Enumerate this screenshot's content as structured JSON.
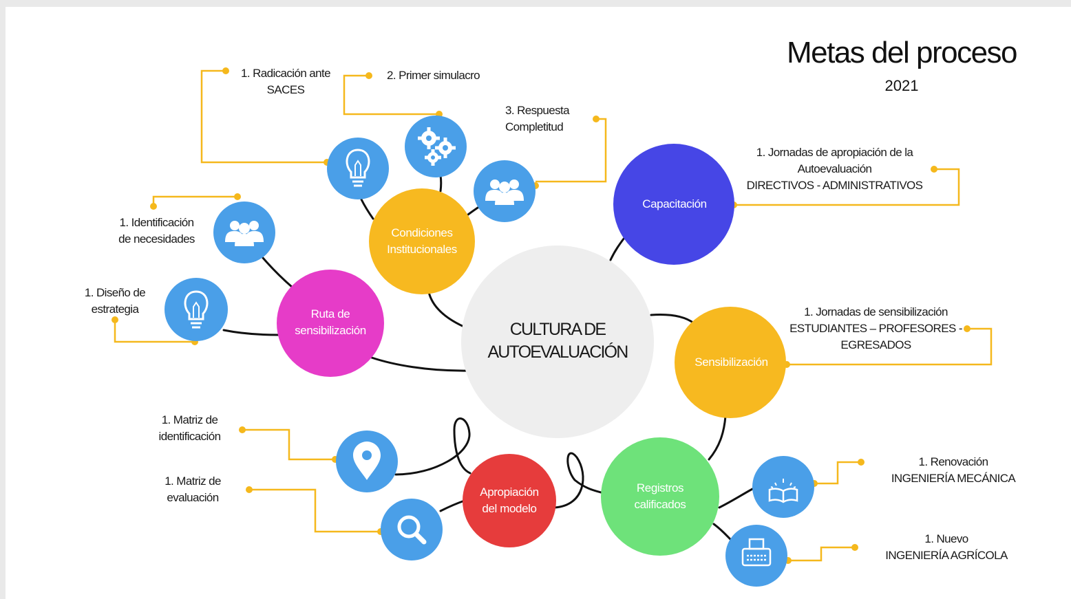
{
  "title": "Metas del proceso",
  "year": "2021",
  "center": "CULTURA DE\nAUTOEVALUACIÓN",
  "nodes": {
    "condiciones": "Condiciones\nInstitucionales",
    "capacitacion": "Capacitación",
    "ruta": "Ruta de\nsensibilización",
    "sensibilizacion": "Sensibilización",
    "apropiacion": "Apropiación\ndel modelo",
    "registros": "Registros\ncalificados"
  },
  "labels": {
    "radicacion": "1. Radicación ante\nSACES",
    "simulacro": "2. Primer simulacro",
    "respuesta": "3. Respuesta\nCompletitud",
    "jornadas_apropiacion": "1. Jornadas de apropiación de la\nAutoevaluación\nDIRECTIVOS - ADMINISTRATIVOS",
    "identificacion": "1. Identificación\nde necesidades",
    "diseno": "1. Diseño de\nestrategia",
    "jornadas_sensibilizacion": "1. Jornadas de sensibilización\nESTUDIANTES – PROFESORES -\nEGRESADOS",
    "matriz_identificacion": "1. Matriz de\nidentificación",
    "matriz_evaluacion": "1. Matriz de\nevaluación",
    "renovacion": "1. Renovación\nINGENIERÍA MECÁNICA",
    "nuevo": "1.  Nuevo\nINGENIERÍA AGRÍCOLA"
  },
  "colors": {
    "connector": "#f5b81c",
    "icon_circle": "#4a9fe8",
    "condiciones": "#f7b920",
    "capacitacion": "#4646e6",
    "ruta": "#e63cc8",
    "sensibilizacion": "#f7b920",
    "apropiacion": "#e63c3c",
    "registros": "#6ee27a",
    "center": "#eeeeee"
  },
  "icons": {
    "radicacion": "lightbulb-icon",
    "simulacro": "gears-icon",
    "respuesta": "people-group-icon",
    "identificacion": "people-group-icon",
    "diseno": "lightbulb-icon",
    "matriz_identificacion": "map-pin-icon",
    "matriz_evaluacion": "magnifier-icon",
    "renovacion": "open-book-icon",
    "nuevo": "typewriter-icon"
  }
}
